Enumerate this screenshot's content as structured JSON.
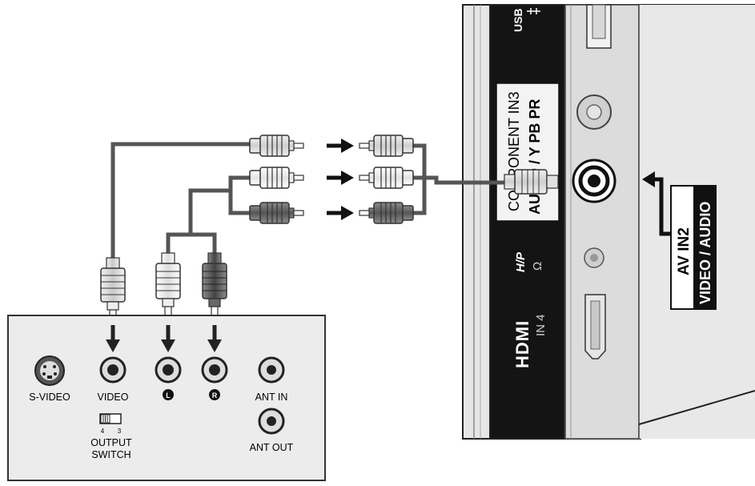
{
  "device": {
    "svideo_label": "S-VIDEO",
    "video_label": "VIDEO",
    "left_badge": "L",
    "right_badge": "R",
    "ant_in_label": "ANT IN",
    "ant_out_label": "ANT OUT",
    "switch_num_left": "4",
    "switch_num_right": "3",
    "output_label": "OUTPUT",
    "switch_label": "SWITCH"
  },
  "tv": {
    "usb_label": "USB",
    "component_label": "COMPONENT IN3",
    "component_sub_label": "AUDIO / Y  PB  PR",
    "hp_label": "H/P",
    "hp_symbol": "Ω",
    "hdmi_label": "HDMI",
    "hdmi_num_label": "IN 4"
  },
  "callout": {
    "line1": "AV IN2",
    "line2": "VIDEO / AUDIO"
  }
}
